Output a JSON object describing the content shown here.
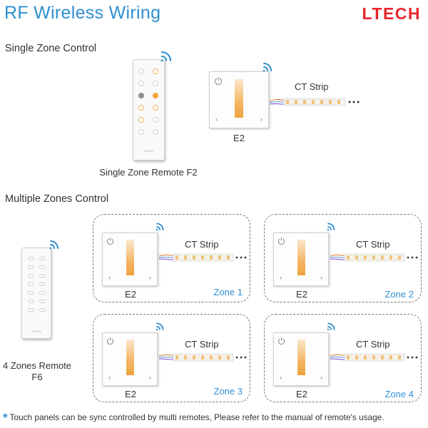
{
  "header": {
    "title": "RF Wireless Wiring",
    "brand": "LTECH"
  },
  "single": {
    "heading": "Single Zone Control",
    "remote_label": "Single Zone Remote F2",
    "panel_label": "E2",
    "strip_label": "CT Strip",
    "remote_text": "LTECH"
  },
  "multi": {
    "heading": "Multiple Zones Control",
    "remote_label_line1": "4 Zones Remote",
    "remote_label_line2": "F6",
    "remote_text": "LTECH",
    "zones": [
      {
        "label": "Zone 1",
        "panel_label": "E2",
        "strip_label": "CT Strip"
      },
      {
        "label": "Zone 2",
        "panel_label": "E2",
        "strip_label": "CT Strip"
      },
      {
        "label": "Zone 3",
        "panel_label": "E2",
        "strip_label": "CT Strip"
      },
      {
        "label": "Zone 4",
        "panel_label": "E2",
        "strip_label": "CT Strip"
      }
    ]
  },
  "footnote": {
    "star": "*",
    "text": "Touch panels can be sync controlled by multi remotes, Please refer to the manual of remote's usage."
  },
  "colors": {
    "title": "#2f8fd1",
    "brand": "#e8262b",
    "zone_label": "#2f8fd1",
    "wifi_icon": "#2f8fd1",
    "slider_warm": "#f0a13a",
    "slider_cool": "#fbe3c0"
  },
  "icons": {
    "wifi": "wifi-signal-icon",
    "power": "power-icon",
    "left": "chevron-left-icon",
    "right": "chevron-right-icon",
    "dots": "continuation-dots-icon"
  }
}
